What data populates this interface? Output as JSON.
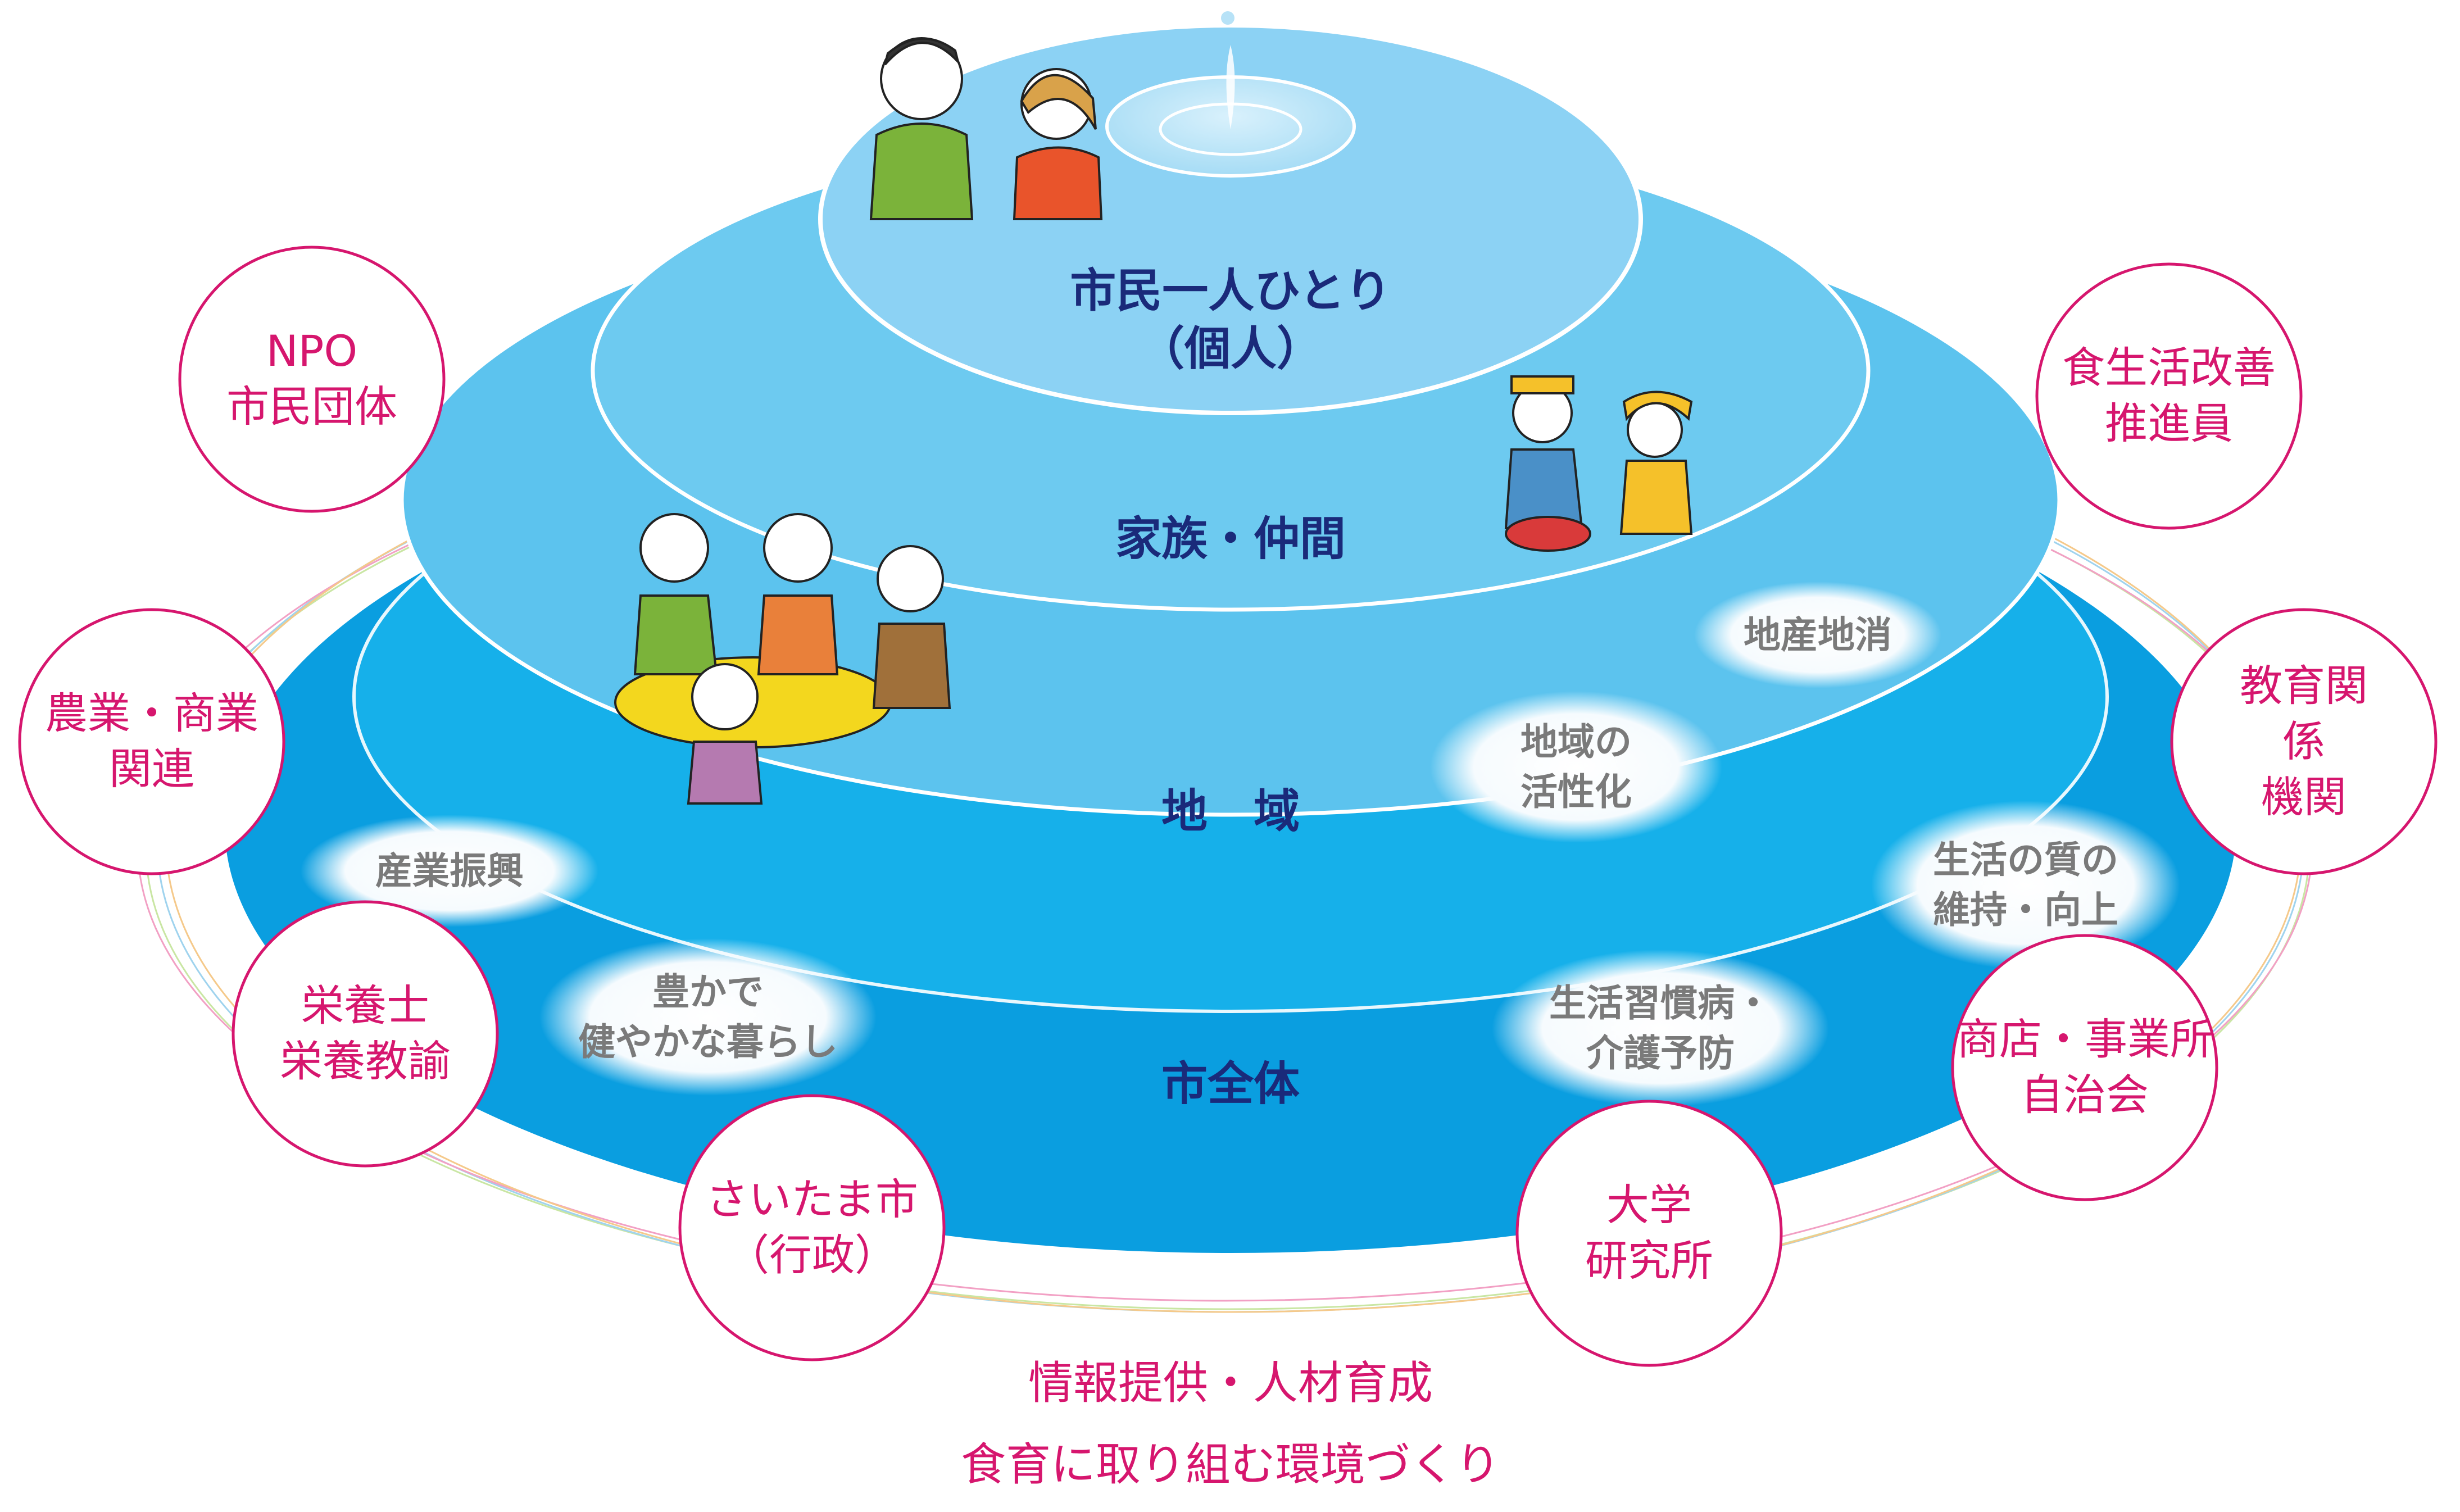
{
  "layers": {
    "individual": "市民一人ひとり\n（個人）",
    "family": "家族・仲間",
    "region": "地　域",
    "city": "市全体"
  },
  "clouds": {
    "chisan": "地産地消",
    "kasseika": "地域の\n活性化",
    "shitsu": "生活の質の\n維持・向上",
    "sangyo": "産業振興",
    "yutaka": "豊かで\n健やかな暮らし",
    "shukan": "生活習慣病・\n介護予防"
  },
  "organizations": {
    "npo": "NPO\n市民団体",
    "shokuseikatsu": "食生活改善\n推進員",
    "nogyo": "農業・商業\n関連",
    "kyoiku": "教育関係\n機関",
    "eiyoshi": "栄養士\n栄養教諭",
    "shoten": "商店・事業所\n自治会",
    "saitama": "さいたま市\n（行政）",
    "daigaku": "大学\n研究所"
  },
  "bottom": {
    "line1": "情報提供・人材育成",
    "line2": "食育に取り組む環境づくり"
  },
  "colors": {
    "outer_layer": "#0a9ee0",
    "region_layer": "#16b0ea",
    "family_layer": "#5cc3ee",
    "individual_layer": "#8cd2f4",
    "accent_pink": "#d6166e",
    "label_navy": "#1a2a7a"
  }
}
